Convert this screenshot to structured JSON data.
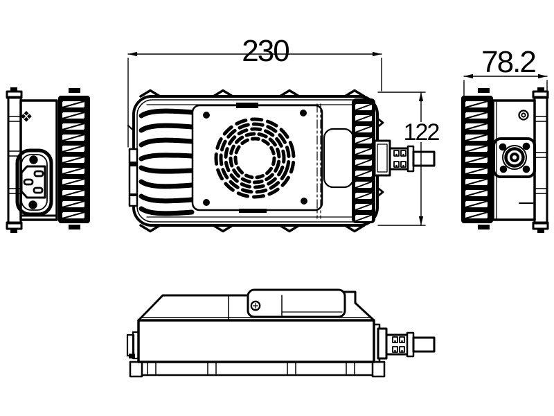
{
  "drawing": {
    "dimensions": {
      "width": "230",
      "depth": "78.2",
      "height": "122"
    },
    "colors": {
      "line": "#000000",
      "background": "#ffffff"
    }
  }
}
